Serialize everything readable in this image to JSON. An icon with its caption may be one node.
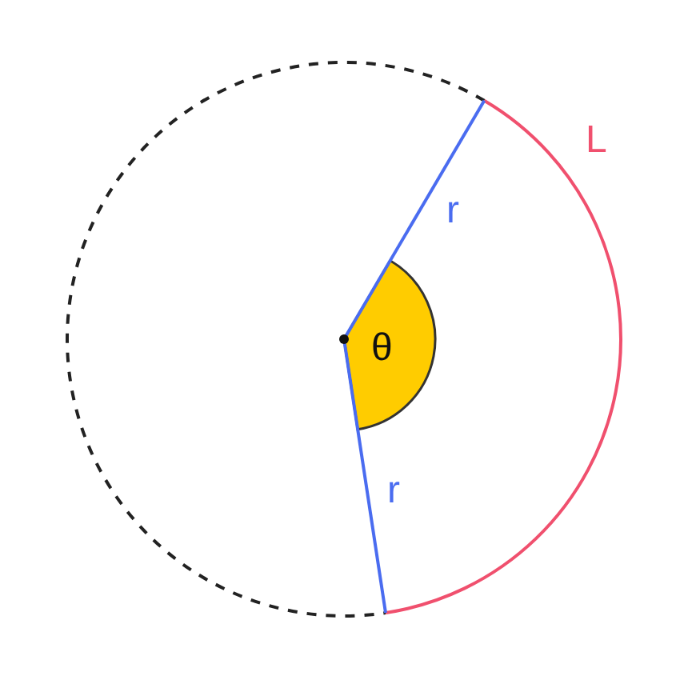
{
  "diagram": {
    "labels": [
      "L",
      "r",
      "r",
      "θ"
    ]
  }
}
